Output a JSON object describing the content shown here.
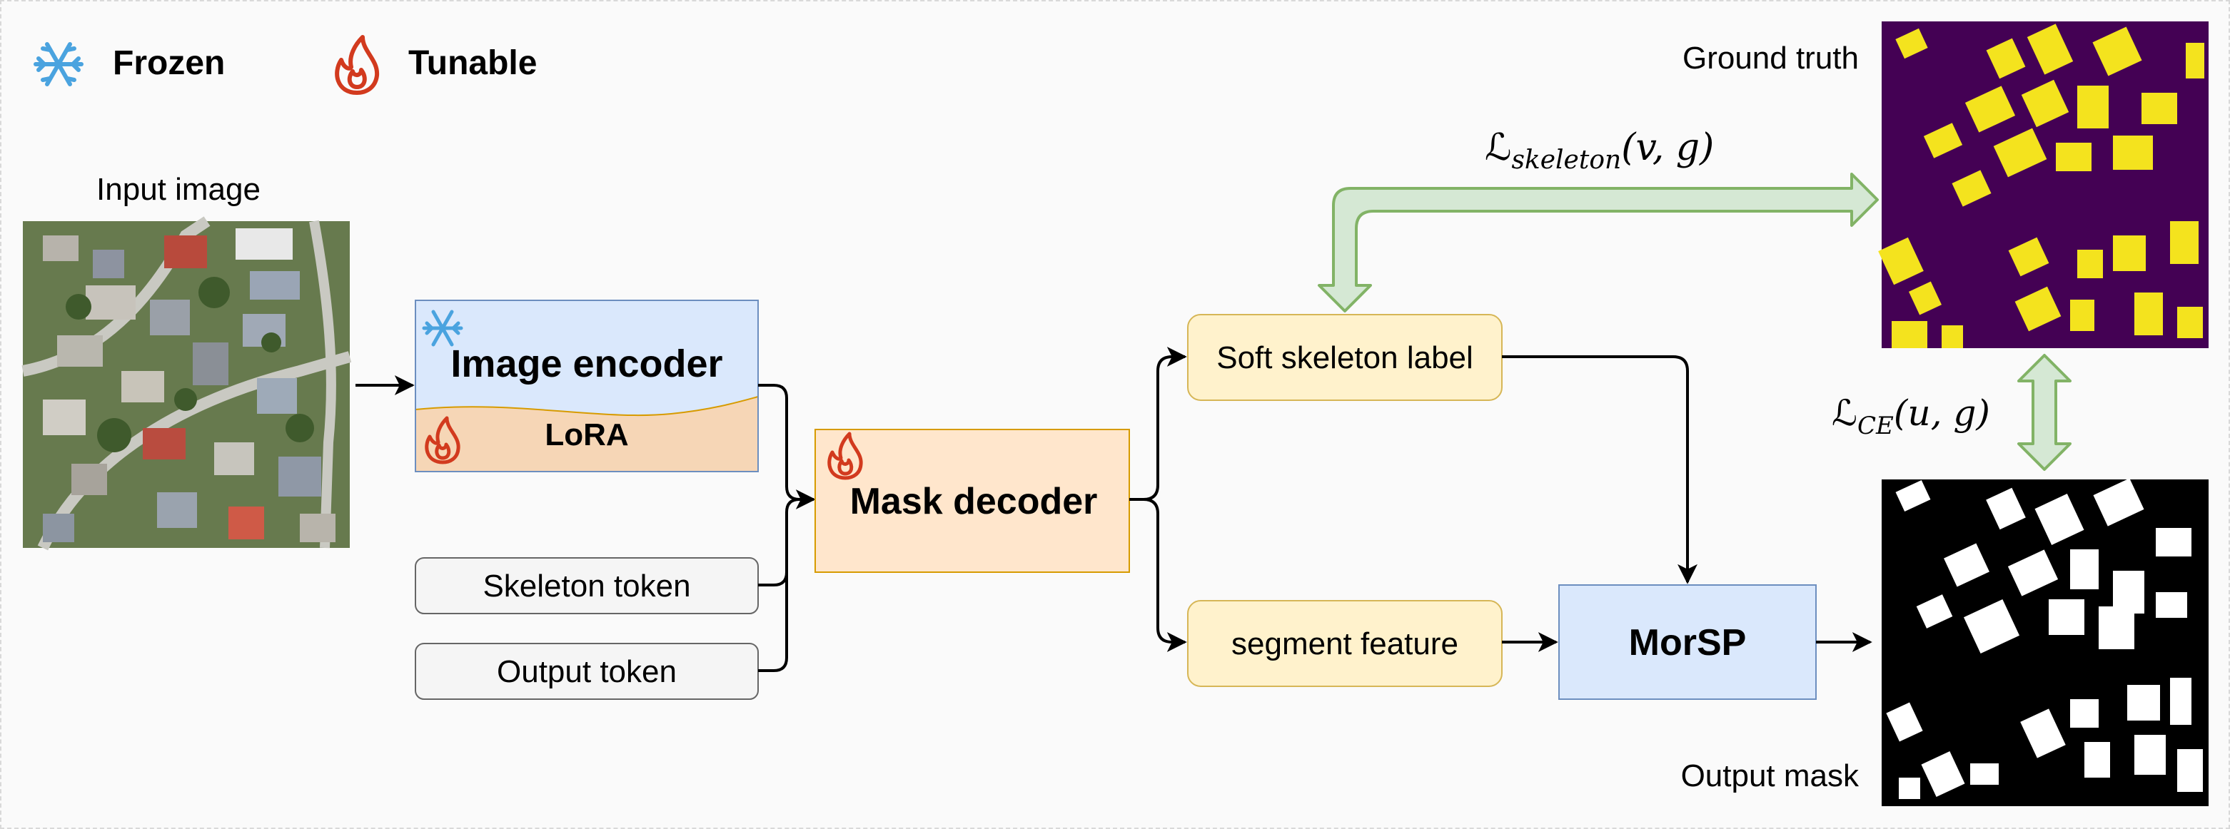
{
  "legend": {
    "frozen_label": "Frozen",
    "tunable_label": "Tunable"
  },
  "input_image": {
    "label": "Input image"
  },
  "encoder": {
    "title": "Image encoder",
    "lora_label": "LoRA"
  },
  "tokens": {
    "skeleton": "Skeleton token",
    "output": "Output token"
  },
  "decoder": {
    "title": "Mask decoder"
  },
  "outputs": {
    "soft_skeleton": "Soft skeleton label",
    "segment_feature": "segment feature",
    "morsp": "MorSP"
  },
  "losses": {
    "skeleton_symbol": "ℒ",
    "skeleton_sub": "skeleton",
    "skeleton_args": "(v, g)",
    "ce_symbol": "ℒ",
    "ce_sub": "CE",
    "ce_args": "(u, g)"
  },
  "ground_truth": {
    "label": "Ground truth"
  },
  "output_mask": {
    "label": "Output mask"
  },
  "colors": {
    "frozen_box_fill": "#dae8fc",
    "frozen_box_stroke": "#6c8ebf",
    "lora_fill": "#f6d6b6",
    "decoder_fill": "#ffe6cc",
    "decoder_stroke": "#d79b00",
    "feature_fill": "#fff2cc",
    "feature_stroke": "#d6b656",
    "token_fill": "#f5f5f5",
    "token_stroke": "#666666",
    "loss_arrow_fill": "#d5e8d4",
    "loss_arrow_stroke": "#82b366",
    "gt_background": "#440154",
    "gt_foreground": "#f4e31e",
    "snowflake": "#4aa3df",
    "flame": "#d23a1e"
  }
}
